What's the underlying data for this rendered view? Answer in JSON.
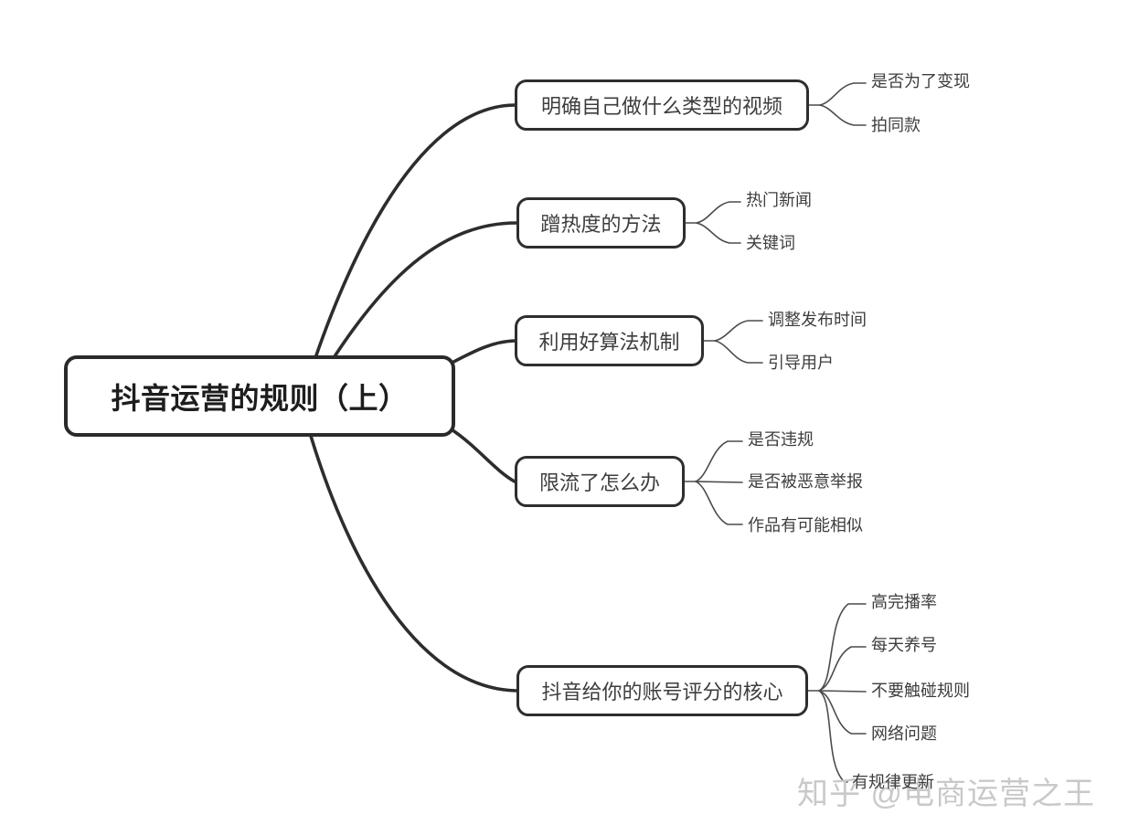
{
  "root": {
    "label": "抖音运营的规则（上）"
  },
  "branches": [
    {
      "label": "明确自己做什么类型的视频",
      "children": [
        {
          "label": "是否为了变现"
        },
        {
          "label": "拍同款"
        }
      ]
    },
    {
      "label": "蹭热度的方法",
      "children": [
        {
          "label": "热门新闻"
        },
        {
          "label": "关键词"
        }
      ]
    },
    {
      "label": "利用好算法机制",
      "children": [
        {
          "label": "调整发布时间"
        },
        {
          "label": "引导用户"
        }
      ]
    },
    {
      "label": "限流了怎么办",
      "children": [
        {
          "label": "是否违规"
        },
        {
          "label": "是否被恶意举报"
        },
        {
          "label": "作品有可能相似"
        }
      ]
    },
    {
      "label": "抖音给你的账号评分的核心",
      "children": [
        {
          "label": "高完播率"
        },
        {
          "label": "每天养号"
        },
        {
          "label": "不要触碰规则"
        },
        {
          "label": "网络问题"
        },
        {
          "label": "有规律更新"
        }
      ]
    }
  ],
  "watermark": {
    "text": "知乎 @电商运营之王"
  },
  "colors": {
    "background": "#ffffff",
    "main_line": "#2d2d2d",
    "sub_line": "#4c4c4c",
    "node_border": "#2e2e2e",
    "node_text": "#3d3d3d",
    "root_text": "#1d1d1d",
    "watermark_text": "#c9c9c9"
  }
}
